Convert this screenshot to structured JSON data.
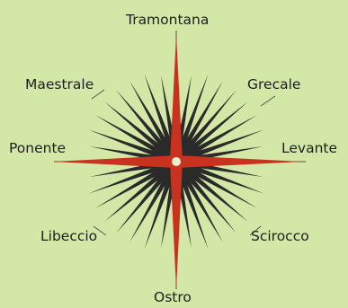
{
  "compass": {
    "north": "Tramontana",
    "northeast": "Grecale",
    "east": "Levante",
    "southeast": "Scirocco",
    "south": "Ostro",
    "southwest": "Libeccio",
    "west": "Ponente",
    "northwest": "Maestrale"
  },
  "colors": {
    "background": "#d3e7a6",
    "cardinal_points": "#c8321e",
    "rays": "#2a2a2a",
    "leader_lines": "#555555"
  }
}
